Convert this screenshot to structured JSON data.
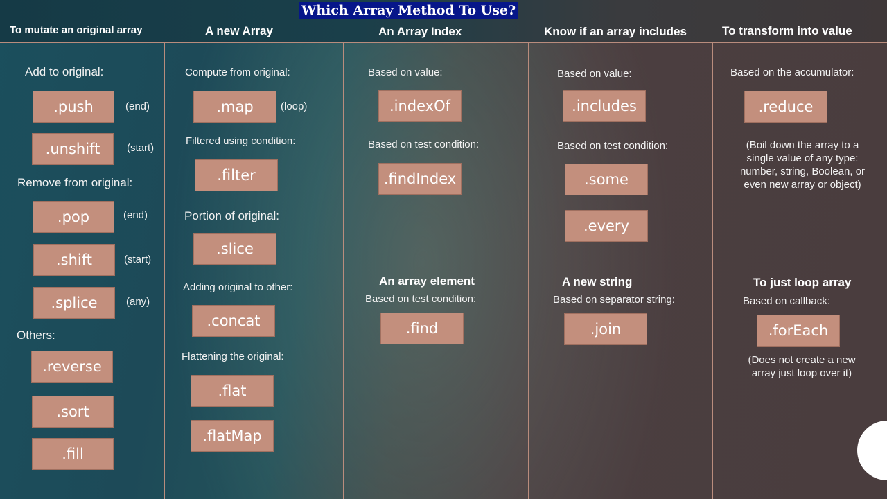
{
  "title": "Which Array Method To Use?",
  "columns": [
    {
      "heading": "To mutate an original array",
      "add_label": "Add to original:",
      "push": ".push",
      "push_hint": "(end)",
      "unshift": ".unshift",
      "unshift_hint": "(start)",
      "remove_label": "Remove from original:",
      "pop": ".pop",
      "pop_hint": "(end)",
      "shift": ".shift",
      "shift_hint": "(start)",
      "splice": ".splice",
      "splice_hint": "(any)",
      "others_label": "Others:",
      "reverse": ".reverse",
      "sort": ".sort",
      "fill": ".fill"
    },
    {
      "heading": "A new Array",
      "compute_label": "Compute from original:",
      "map": ".map",
      "map_hint": "(loop)",
      "filter_label": "Filtered using condition:",
      "filter": ".filter",
      "portion_label": "Portion of original:",
      "slice": ".slice",
      "adding_label": "Adding original to other:",
      "concat": ".concat",
      "flatten_label": "Flattening the original:",
      "flat": ".flat",
      "flatMap": ".flatMap"
    },
    {
      "heading": "An Array Index",
      "value_label": "Based on value:",
      "indexOf": ".indexOf",
      "test_label": "Based on test condition:",
      "findIndex": ".findIndex",
      "element_heading": "An array element",
      "element_test_label": "Based on test condition:",
      "find": ".find"
    },
    {
      "heading": "Know if an array includes",
      "value_label": "Based on value:",
      "includes": ".includes",
      "test_label": "Based on test condition:",
      "some": ".some",
      "every": ".every",
      "string_heading": "A new string",
      "separator_label": "Based on separator string:",
      "join": ".join"
    },
    {
      "heading": "To transform into value",
      "accumulator_label": "Based on the accumulator:",
      "reduce": ".reduce",
      "reduce_note": [
        "(Boil down the array to a",
        "single value of any type:",
        "number, string, Boolean, or",
        "even new array or object)"
      ],
      "loop_heading": "To just loop array",
      "callback_label": "Based on callback:",
      "forEach": ".forEach",
      "forEach_note": [
        "(Does not create a new",
        "array just loop over it)"
      ]
    }
  ],
  "colors": {
    "box": "#c38f7d",
    "divider": "#b98c7d",
    "title_bg": "#06168a"
  }
}
